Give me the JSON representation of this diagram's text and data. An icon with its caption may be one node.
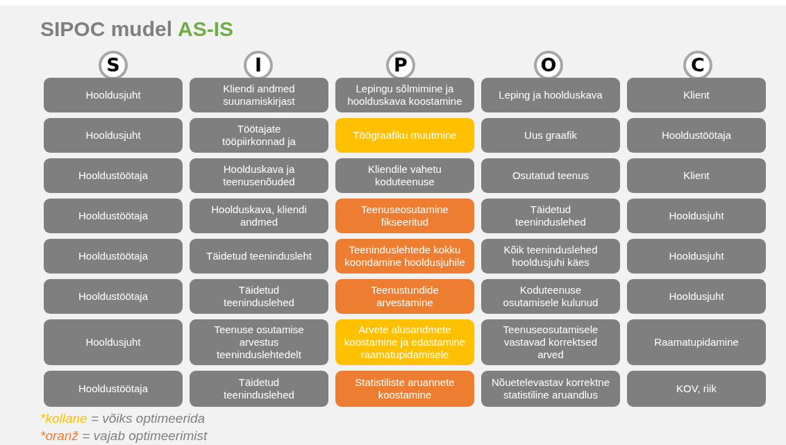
{
  "diagram": {
    "title": "SIPOC mudel",
    "nodes": [
      {
        "text": [
          "S"
        ]
      },
      {
        "text": [
          "I"
        ]
      },
      {
        "text": [
          "P"
        ]
      },
      {
        "text": [
          "O"
        ]
      },
      {
        "text": [
          "C"
        ]
      },
      {
        "text": [
          "Hooldusjuht"
        ]
      },
      {
        "text": [
          "Kliendi andmed suunamiskirjast"
        ]
      },
      {
        "text": [
          "Lepingu sõlmimine ja hoolduskava koostamine"
        ]
      },
      {
        "text": [
          "Leping ja hoolduskava"
        ]
      },
      {
        "text": [
          "Klient"
        ]
      },
      {
        "text": [
          "Hooldusjuht"
        ]
      },
      {
        "text": [
          "Töötajate tööpiirkonnad ja"
        ]
      },
      {
        "text": [
          "Töögraafiku muutmine"
        ]
      },
      {
        "text": [
          "Uus graafik"
        ]
      },
      {
        "text": [
          "Hooldustöötaja"
        ]
      },
      {
        "text": [
          "Hooldustöötaja"
        ]
      },
      {
        "text": [
          "Hoolduskava ja teenusenõuded"
        ]
      },
      {
        "text": [
          "Kliendile vahetu koduteenuse"
        ]
      },
      {
        "text": [
          "Osutatud teenus"
        ]
      },
      {
        "text": [
          "Klient"
        ]
      },
      {
        "text": [
          "Hooldustöötaja"
        ]
      },
      {
        "text": [
          "Hoolduskava, kliendi andmed"
        ]
      },
      {
        "text": [
          "Teenuseosutamine fikseeritud"
        ]
      },
      {
        "text": [
          "Täidetud teeninduslehed"
        ]
      },
      {
        "text": [
          "Hooldusjuht"
        ]
      },
      {
        "text": [
          "Hooldustöötaja"
        ]
      },
      {
        "text": [
          "Täidetud teenindusleht"
        ]
      },
      {
        "text": [
          "Teeninduslehtede kokku koondamine hooldusjuhile"
        ]
      },
      {
        "text": [
          "Kõik teeninduslehed hooldusjuhi käes"
        ]
      },
      {
        "text": [
          "Hooldusjuht"
        ]
      },
      {
        "text": [
          "Hooldustöötaja"
        ]
      },
      {
        "text": [
          "Täidetud teeninduslehed"
        ]
      },
      {
        "text": [
          "Teenustundide arvestamine"
        ]
      },
      {
        "text": [
          "Koduteenuse osutamisele kulunud"
        ]
      },
      {
        "text": [
          "Hooldusjuht"
        ]
      },
      {
        "text": [
          "Hooldusjuht"
        ]
      },
      {
        "text": [
          "Teenuse osutamise arvestus teeninduslehtedelt"
        ]
      },
      {
        "text": [
          "Arvete alusandmete koostamine ja edastamine raamatupidamisele"
        ]
      },
      {
        "text": [
          "Teenuseosutamisele vastavad korrektsed arved"
        ]
      },
      {
        "text": [
          "Raamatupidamine"
        ]
      },
      {
        "text": [
          "Hooldustöötaja"
        ]
      },
      {
        "text": [
          "Täidetud teeninduslehed"
        ]
      },
      {
        "text": [
          "Statistiliste aruannete koostamine"
        ]
      },
      {
        "text": [
          "Nõuetelevastav korrektne statistiline aruandlus"
        ]
      },
      {
        "text": [
          "KOV, riik"
        ]
      }
    ],
    "labels": [
      "AS-IS"
    ],
    "legend": [
      {
        "text": "*kollane = võiks optimeerida",
        "color": "#ffc000"
      },
      {
        "text": "*oranž = vajab optimeerimist",
        "color": "#ed7d31"
      }
    ]
  }
}
